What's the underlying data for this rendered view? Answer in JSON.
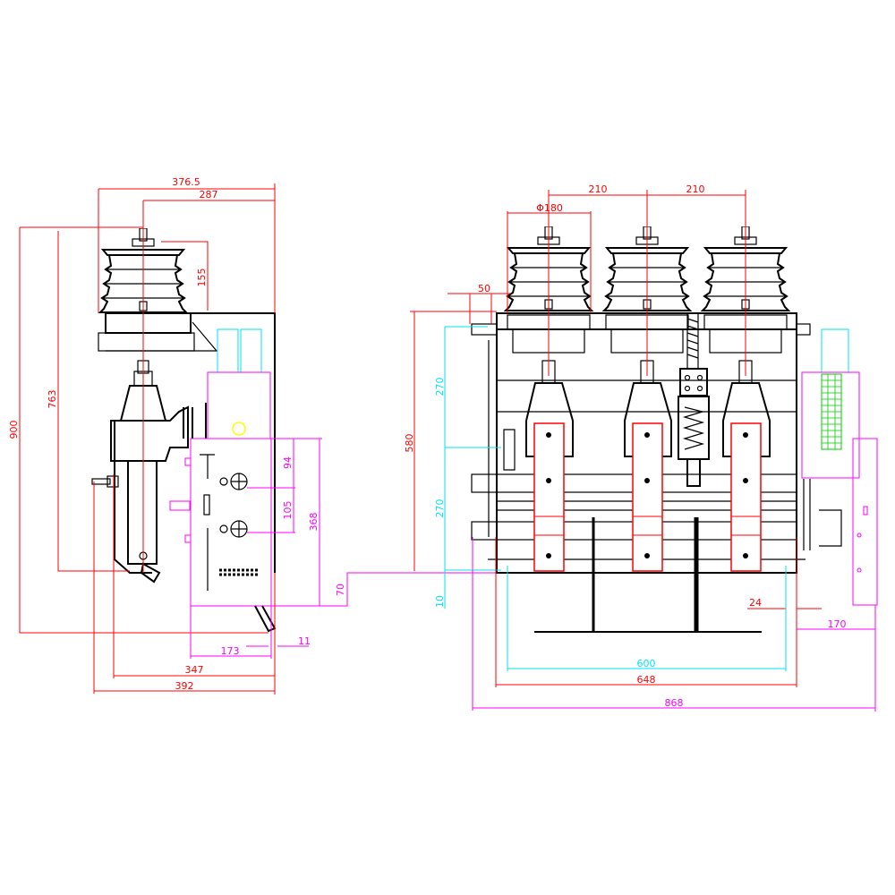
{
  "colors": {
    "dimension_red": "#ff0000",
    "dimension_cyan": "#00e5ee",
    "dimension_magenta": "#ff00ff",
    "outline": "#000000",
    "indicator_yellow": "#ffff00",
    "grid_green": "#00cc00"
  },
  "side_view": {
    "dimensions": {
      "overall_width": "376.5",
      "bushing_to_back": "287",
      "bushing_height": "155",
      "overall_height": "900",
      "terminal_height": "763",
      "indicator_1": "94",
      "indicator_2": "105",
      "panel_height": "368",
      "panel_offset": "70",
      "panel_width": "173",
      "panel_gap": "11",
      "depth_347": "347",
      "depth_392": "392"
    }
  },
  "front_view": {
    "dimensions": {
      "phase_spacing_1": "210",
      "phase_spacing_2": "210",
      "bushing_diameter": "Φ180",
      "side_offset": "50",
      "height_580": "580",
      "upper_270": "270",
      "lower_270": "270",
      "bottom_10": "10",
      "gap_24": "24",
      "mechanism_170": "170",
      "mount_600": "600",
      "frame_648": "648",
      "overall_868": "868"
    }
  }
}
